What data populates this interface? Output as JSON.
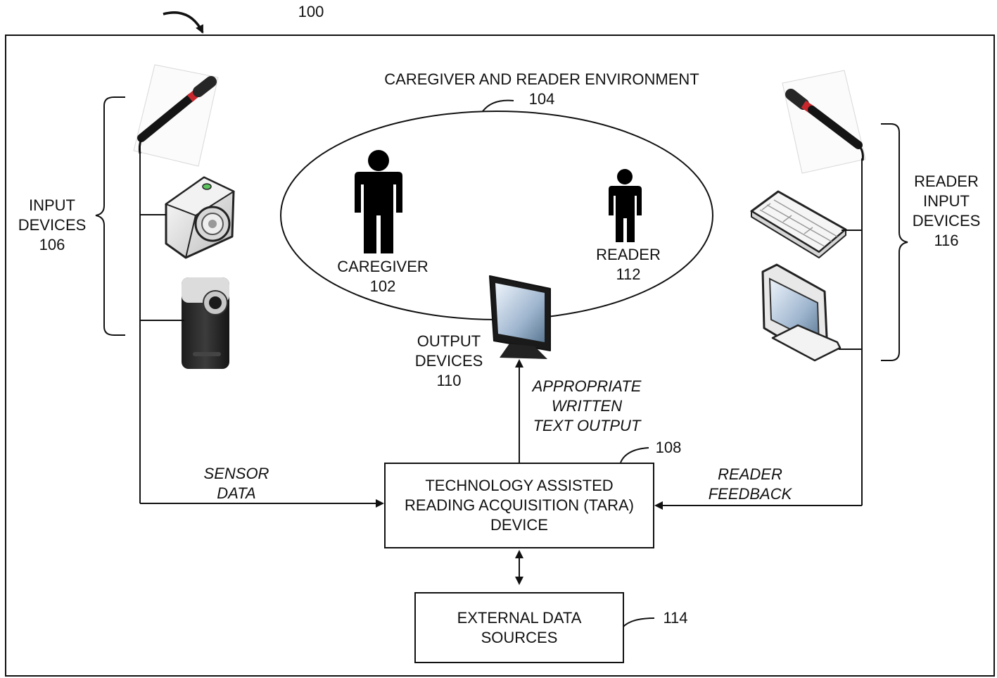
{
  "figure_number": "100",
  "environment": {
    "title": "CAREGIVER AND READER ENVIRONMENT",
    "ref": "104"
  },
  "caregiver": {
    "label": "CAREGIVER",
    "ref": "102"
  },
  "reader": {
    "label": "READER",
    "ref": "112"
  },
  "input_devices": {
    "line1": "INPUT",
    "line2": "DEVICES",
    "ref": "106"
  },
  "reader_input_devices": {
    "line1": "READER",
    "line2": "INPUT",
    "line3": "DEVICES",
    "ref": "116"
  },
  "output_devices": {
    "line1": "OUTPUT",
    "line2": "DEVICES",
    "ref": "110"
  },
  "edges": {
    "text_output": {
      "line1": "APPROPRIATE",
      "line2": "WRITTEN",
      "line3": "TEXT OUTPUT"
    },
    "sensor_data": {
      "line1": "SENSOR",
      "line2": "DATA"
    },
    "reader_feedback": {
      "line1": "READER",
      "line2": "FEEDBACK"
    }
  },
  "tara": {
    "line1": "TECHNOLOGY ASSISTED",
    "line2": "READING ACQUISITION (TARA)",
    "line3": "DEVICE",
    "ref": "108"
  },
  "external": {
    "line1": "EXTERNAL DATA",
    "line2": "SOURCES",
    "ref": "114"
  }
}
